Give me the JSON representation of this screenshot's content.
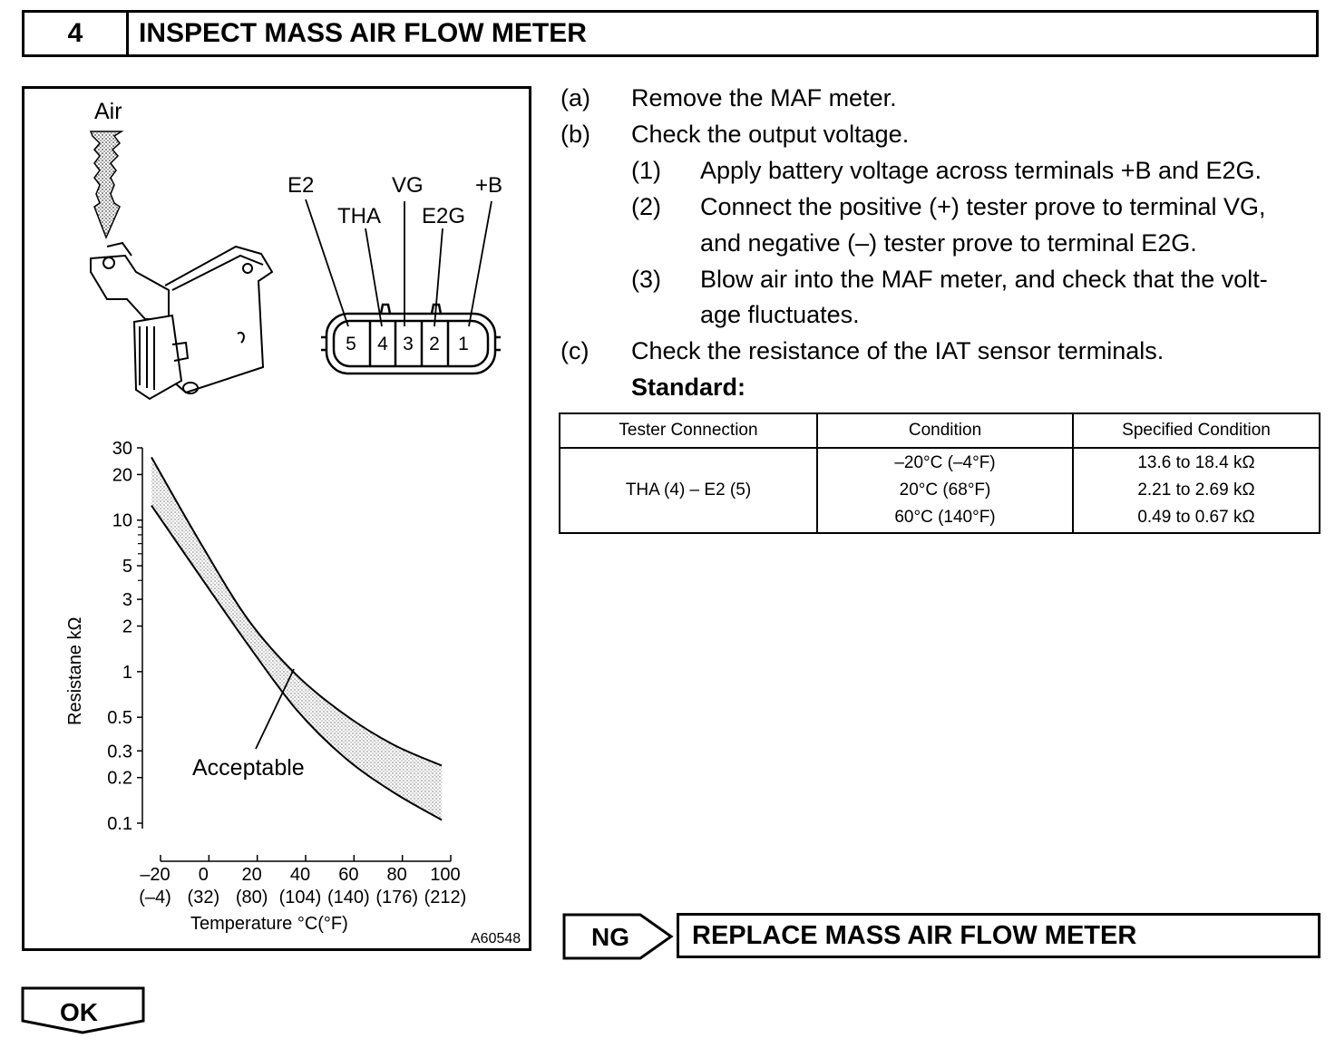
{
  "header": {
    "step_number": "4",
    "title": "INSPECT MASS AIR FLOW METER"
  },
  "figure": {
    "air_label": "Air",
    "terminals": {
      "e2": "E2",
      "tha": "THA",
      "vg": "VG",
      "e2g": "E2G",
      "plus_b": "+B"
    },
    "pins": [
      "5",
      "4",
      "3",
      "2",
      "1"
    ],
    "figure_code": "A60548"
  },
  "chart_data": {
    "type": "area",
    "title": "",
    "xlabel": "Temperature °C(°F)",
    "ylabel": "Resistane kΩ",
    "x_ticks": [
      "–20",
      "0",
      "20",
      "40",
      "60",
      "80",
      "100"
    ],
    "x_ticks_f": [
      "(–4)",
      "(32)",
      "(80)",
      "(104)",
      "(140)",
      "(176)",
      "(212)"
    ],
    "y_ticks": [
      "30",
      "20",
      "10",
      "5",
      "3",
      "2",
      "1",
      "0.5",
      "0.3",
      "0.2",
      "0.1"
    ],
    "y_scale": "log",
    "xlim": [
      -20,
      100
    ],
    "ylim": [
      0.1,
      30
    ],
    "annotation": "Acceptable",
    "series": [
      {
        "x": [
          -20,
          0,
          20,
          40,
          60,
          80,
          100
        ],
        "values": [
          26,
          7.2,
          2.2,
          0.95,
          0.52,
          0.33,
          0.24
        ]
      },
      {
        "x": [
          -20,
          0,
          20,
          40,
          60,
          80,
          100
        ],
        "values": [
          12.5,
          4.3,
          1.5,
          0.56,
          0.27,
          0.16,
          0.105
        ]
      }
    ]
  },
  "steps": {
    "a": {
      "label": "(a)",
      "text": "Remove the MAF meter."
    },
    "b": {
      "label": "(b)",
      "text": "Check the output voltage."
    },
    "b1": {
      "label": "(1)",
      "text": "Apply battery voltage across terminals +B and E2G."
    },
    "b2": {
      "label": "(2)",
      "line1": "Connect the positive (+) tester prove to terminal VG,",
      "line2": "and negative (–) tester prove to terminal E2G."
    },
    "b3": {
      "label": "(3)",
      "line1": "Blow air into the MAF meter, and check that the volt-",
      "line2": "age fluctuates."
    },
    "c": {
      "label": "(c)",
      "text": "Check the resistance of the IAT sensor terminals."
    },
    "standard": "Standard:"
  },
  "table": {
    "headers": [
      "Tester Connection",
      "Condition",
      "Specified Condition"
    ],
    "connection": "THA (4) – E2 (5)",
    "conditions": [
      "–20°C (–4°F)",
      "20°C (68°F)",
      "60°C (140°F)"
    ],
    "specified": [
      "13.6 to 18.4 kΩ",
      "2.21 to 2.69 kΩ",
      "0.49 to 0.67 kΩ"
    ]
  },
  "ng": {
    "label": "NG",
    "action": "REPLACE MASS AIR FLOW METER"
  },
  "ok": {
    "label": "OK"
  }
}
